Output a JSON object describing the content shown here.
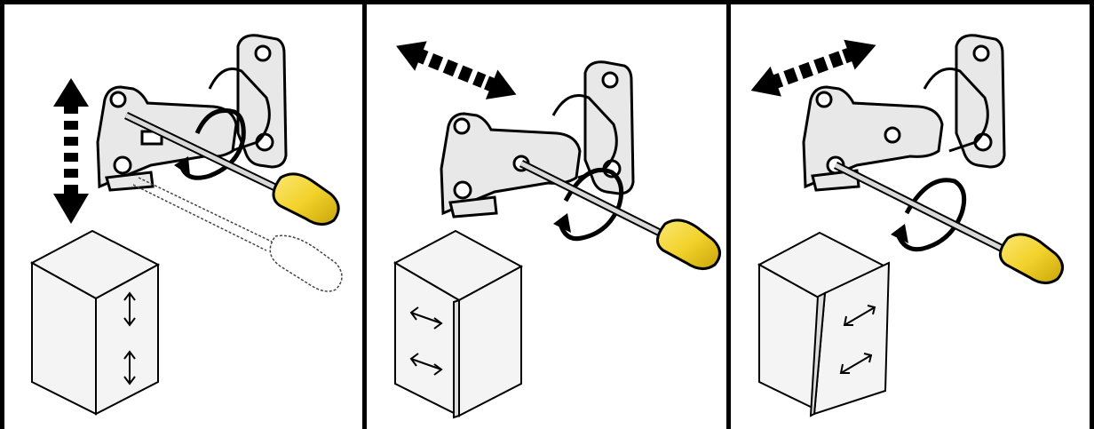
{
  "figure": {
    "panels": [
      {
        "adjustment": "vertical",
        "cabinet_arrows": "vertical"
      },
      {
        "adjustment": "depth",
        "cabinet_arrows": "horizontal"
      },
      {
        "adjustment": "side",
        "cabinet_arrows": "diagonal"
      }
    ]
  },
  "colors": {
    "frame": "#000000",
    "screwdriver_handle": "#f2d22b",
    "screwdriver_handle_shade": "#c9a50a",
    "metal": "#e8e8e8",
    "cabinet": "#f4f4f4"
  }
}
